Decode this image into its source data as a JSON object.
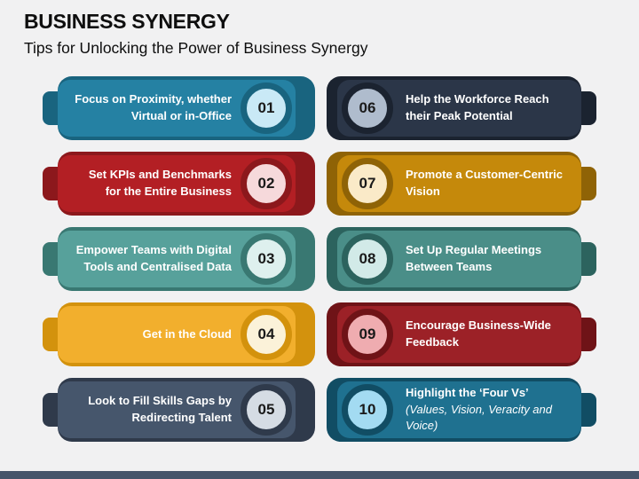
{
  "slide": {
    "title": "BUSINESS SYNERGY",
    "subtitle": "Tips for Unlocking the Power of Business Synergy"
  },
  "colors": {
    "background": "#F1F1F2",
    "footer_bar": "#44546A",
    "title_text": "#0E0E0E",
    "item_text": "#FFFFFF",
    "number_text": "#1A1A1A"
  },
  "left_rows": [
    {
      "number": "01",
      "text": "Focus on Proximity, whether Virtual or in-Office",
      "main": "#2581A3",
      "dark": "#19647F",
      "fill": "#C9E9F6"
    },
    {
      "number": "02",
      "text": "Set KPIs and Benchmarks for the Entire Business",
      "main": "#B31F24",
      "dark": "#8C181C",
      "fill": "#F6D9DB"
    },
    {
      "number": "03",
      "text": "Empower Teams with Digital Tools and Centralised Data",
      "main": "#57A19B",
      "dark": "#397872",
      "fill": "#DEF0EE"
    },
    {
      "number": "04",
      "text": "Get in the Cloud",
      "main": "#F2AF2D",
      "dark": "#D3920D",
      "fill": "#FBF2D9"
    },
    {
      "number": "05",
      "text": "Look to Fill Skills Gaps by Redirecting Talent",
      "main": "#46566C",
      "dark": "#2F3A4B",
      "fill": "#D5DCE4"
    }
  ],
  "right_rows": [
    {
      "number": "06",
      "text": "Help the Workforce Reach their Peak Potential",
      "main": "#2B3648",
      "dark": "#1B2330",
      "fill": "#AFBCCD"
    },
    {
      "number": "07",
      "text": "Promote a Customer-Centric Vision",
      "main": "#C5890B",
      "dark": "#8F6306",
      "fill": "#FAEAC8"
    },
    {
      "number": "08",
      "text": "Set Up Regular Meetings Between Teams",
      "main": "#4A8E88",
      "dark": "#2C635E",
      "fill": "#D2EAE8"
    },
    {
      "number": "09",
      "text": "Encourage Business-Wide Feedback",
      "main": "#9C2127",
      "dark": "#6F1317",
      "fill": "#EFACB0"
    },
    {
      "number": "10",
      "text": "Highlight the ‘Four Vs’ ",
      "text_italic": "(Values, Vision, Veracity and Voice)",
      "main": "#1F7190",
      "dark": "#114D64",
      "fill": "#A3DBF2"
    }
  ]
}
